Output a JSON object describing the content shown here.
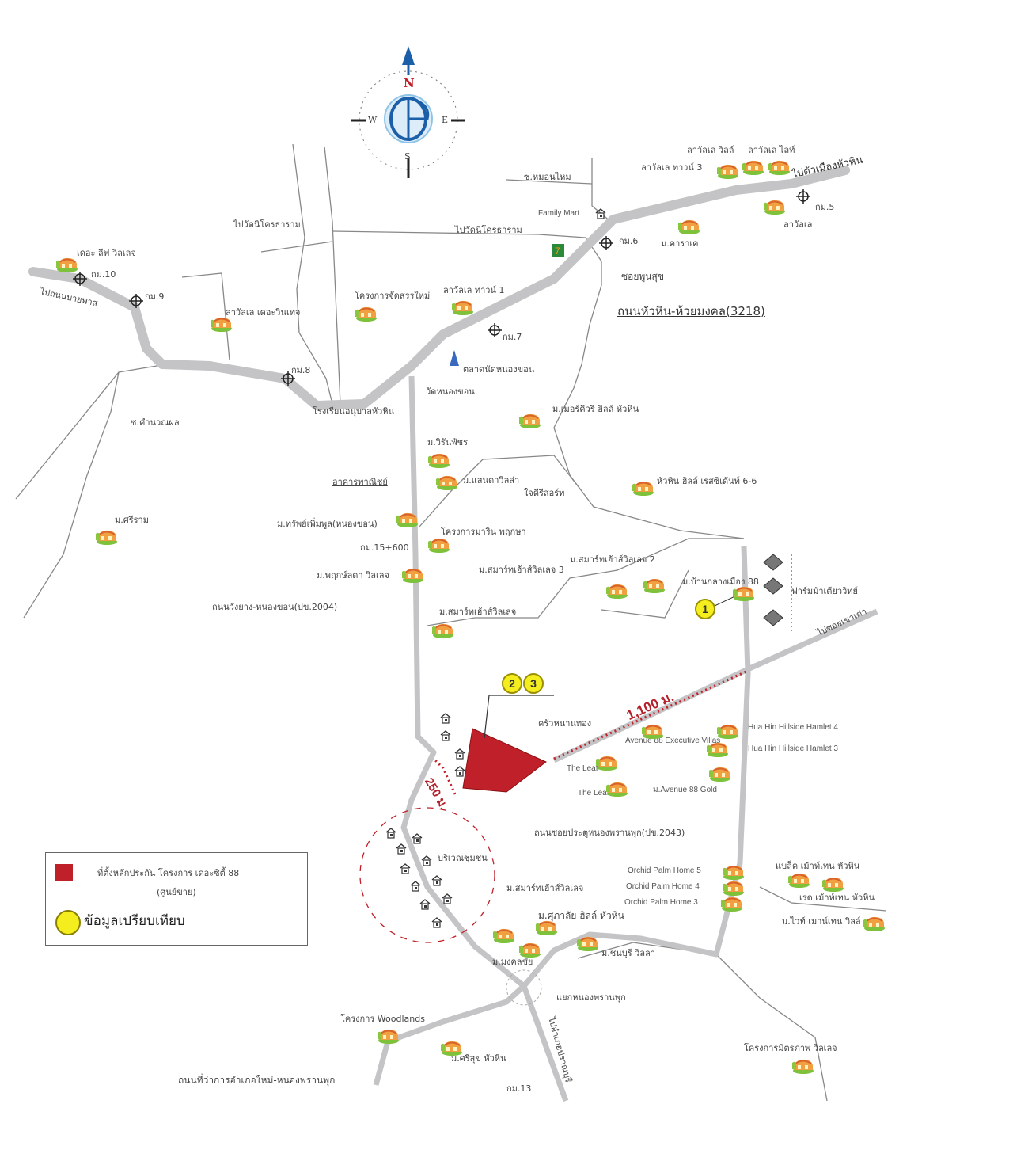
{
  "compass": {
    "north": "N",
    "west": "W",
    "east": "E",
    "south": "S"
  },
  "colors": {
    "road": "#c4c4c6",
    "site": "#c0202a",
    "compare": "#f5ee1e",
    "compass": "#1b5fa8"
  },
  "labels": {
    "to_city": "ไปตัวเมืองหัวหิน",
    "lavalle_villa": "ลาวัลเล วิลล์",
    "lavalle_light": "ลาวัลเล ไลท์",
    "lavalle_town3": "ลาวัลเล ทาวน์ 3",
    "km5": "กม.5",
    "lavalle": "ลาวัลเล",
    "m_kara": "ม.คาราเค",
    "soi_mon": "ซ.หมอนไหม",
    "family_mart": "Family Mart",
    "to_wat_2": "ไปวัดนิโครธาราม",
    "km6": "กม.6",
    "soi_phunsuk": "ซอยพูนสุข",
    "road_3218": "ถนนหัวหิน-ห้วยมงคล(3218)",
    "to_wat_1": "ไปวัดนิโครธาราม",
    "the_leaf_village": "เดอะ ลีฟ วิลเลจ",
    "km10": "กม.10",
    "km9": "กม.9",
    "to_bypass": "ไปถนนบายพาส",
    "lavalle_vintage": "ลาวัลเล เดอะวินเทจ",
    "new_project": "โครงการจัดสรรใหม่",
    "lavalle_town1": "ลาวัลเล ทาวน์ 1",
    "km7": "กม.7",
    "km8": "กม.8",
    "market": "ตลาดนัดหนองขอน",
    "wat_nongkhon": "วัดหนองขอน",
    "school": "โรงเรียนอนุบาลหัวหิน",
    "soi_kamnuan": "ซ.คำนวณผล",
    "mercury": "ม.เมอร์คิวรี ฮิลล์ หัวหิน",
    "wiran": "ม.วิรันพัชร",
    "commercial": "อาคารพาณิชย์",
    "saenda": "ม.แสนดาวิลล่า",
    "jaidee": "ใจดีรีสอร์ท",
    "huahin_hill": "หัวหิน ฮิลล์ เรสซิเด้นท์ 6-6",
    "sriram": "ม.ศรีราม",
    "sap_phoem": "ม.ทรัพย์เพิ่มพูล(หนองขอน)",
    "marin": "โครงการมาริน พฤกษา",
    "km15": "กม.15+600",
    "smart2": "ม.สมาร์ทเฮ้าส์วิลเลจ 2",
    "smart3": "ม.สมาร์ทเฮ้าส์วิลเลจ 3",
    "pruek": "ม.พฤกษ์ลดา วิลเลจ",
    "baan_klang": "ม.บ้านกลางเมือง 88",
    "horse_farm": "ฟาร์มม้าเตียววิทย์",
    "road_2004": "ถนนวังยาง-หนองขอน(ปข.2004)",
    "smart1": "ม.สมาร์ทเฮ้าส์วิลเลจ",
    "to_khao_tao": "ไปซอยเขาเต่า",
    "khrua": "ครัวหนานทอง",
    "avenue_exec": "Avenue 88 Executive Villas",
    "hamlet4": "Hua Hin Hillside Hamlet 4",
    "hamlet3": "Hua Hin Hillside Hamlet 3",
    "the_leaf_1": "The Leaf",
    "the_leaf_2": "The Leaf",
    "avenue_gold": "ม.Avenue 88 Gold",
    "road_2043": "ถนนซอยประตูหนองพรานพุก(ปข.2043)",
    "community": "บริเวณชุมชน",
    "orchid5": "Orchid Palm Home 5",
    "orchid4": "Orchid Palm Home 4",
    "orchid3": "Orchid Palm Home 3",
    "black_mountain": "แบล็ค เม้าท์เทน หัวหิน",
    "red_mountain": "เรด เม้าท์เทน หัวหิน",
    "smart_south": "ม.สมาร์ทเฮ้าส์วิลเลจ",
    "supalai": "ม.ศุภาลัย ฮิลล์ หัวหิน",
    "white_mountain": "ม.ไวท์ เมาน์เทน วิลล์",
    "chonburi": "ม.ชนบุรี วิลลา",
    "mongkol": "ม.มงคลชัย",
    "junction": "แยกหนองพรานพุก",
    "woodlands": "โครงการ Woodlands",
    "to_pranburi": "ไปอำเภอปราณบุรี",
    "mittraphap": "โครงการมิตรภาพ วิลเลจ",
    "srisuk": "ม.ศรีสุข หัวหิน",
    "road_new_amphoe": "ถนนที่ว่าการอำเภอใหม่-หนองพรานพุก",
    "km13": "กม.13"
  },
  "markers": {
    "one": "1",
    "two": "2",
    "three": "3"
  },
  "distances": {
    "east": "1,100 ม.",
    "west": "250 ม."
  },
  "legend": {
    "site_line1": "ที่ตั้งหลักประกัน โครงการ เดอะซิตี้ 88",
    "site_line2": "(ศูนย์ขาย)",
    "compare": "ข้อมูลเปรียบเทียบ"
  }
}
